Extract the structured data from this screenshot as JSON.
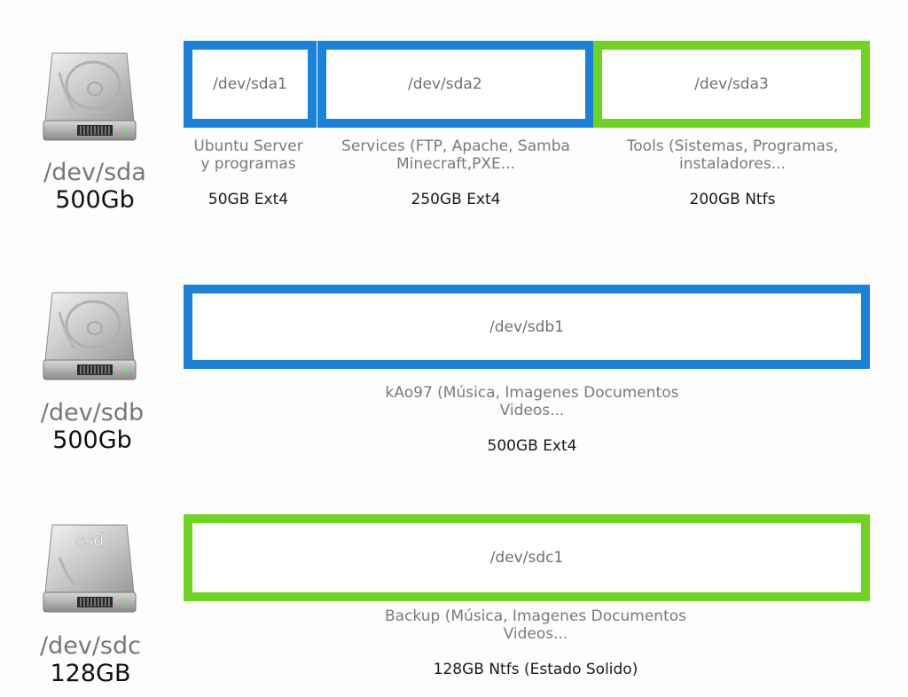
{
  "colors": {
    "blue": "#1a82d8",
    "green": "#6ed41f"
  },
  "disks": [
    {
      "icon": "hard-drive-icon",
      "device": "/dev/sda",
      "size": "500Gb",
      "partitions": [
        {
          "label": "/dev/sda1",
          "color": "blue",
          "description": "Ubuntu Server\ny programas",
          "size_fs": "50GB  Ext4"
        },
        {
          "label": "/dev/sda2",
          "color": "blue",
          "description": "Services (FTP, Apache, Samba\nMinecraft,PXE...",
          "size_fs": "250GB  Ext4"
        },
        {
          "label": "/dev/sda3",
          "color": "green",
          "description": "Tools (Sistemas, Programas,\ninstaladores...",
          "size_fs": "200GB  Ntfs"
        }
      ]
    },
    {
      "icon": "hard-drive-icon",
      "device": "/dev/sdb",
      "size": "500Gb",
      "partitions": [
        {
          "label": "/dev/sdb1",
          "color": "blue",
          "description": "kAo97 (Música, Imagenes Documentos\nVideos...",
          "size_fs": "500GB  Ext4"
        }
      ]
    },
    {
      "icon": "ssd-drive-icon",
      "icon_text": "ssd",
      "device": "/dev/sdc",
      "size": "128GB",
      "partitions": [
        {
          "label": "/dev/sdc1",
          "color": "green",
          "description": "Backup (Música, Imagenes Documentos\nVideos...",
          "size_fs": "128GB  Ntfs (Estado Solido)"
        }
      ]
    }
  ]
}
